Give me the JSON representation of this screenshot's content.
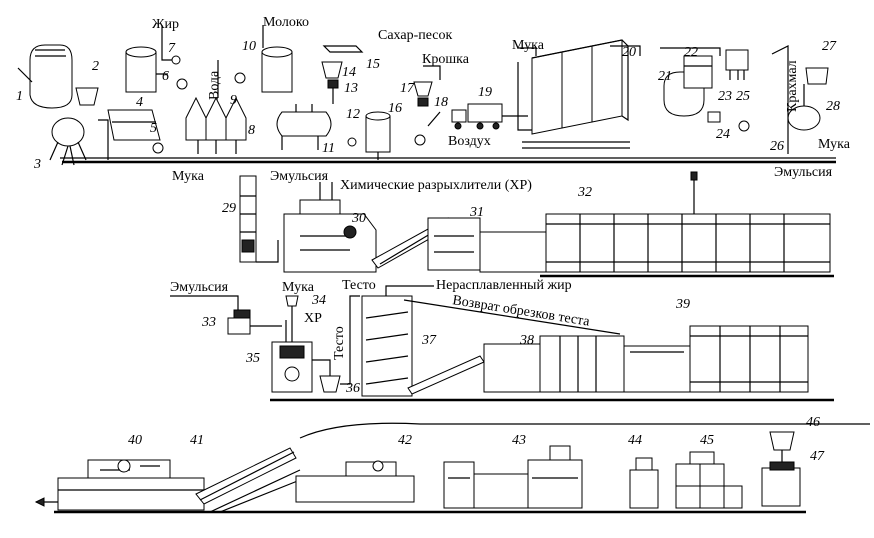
{
  "labels": {
    "fat": "Жир",
    "milk": "Молоко",
    "sugar": "Сахар-песок",
    "water": "Вода",
    "crumb": "Крошка",
    "flour_top": "Мука",
    "air": "Воздух",
    "starch": "Крахмал",
    "flour_right": "Мука",
    "emulsion_top": "Эмульсия",
    "flour_r2": "Мука",
    "emulsion_r2": "Эмульсия",
    "chem_leaveners": "Химические разрыхлители (ХР)",
    "emulsion_r3": "Эмульсия",
    "flour_r3": "Мука",
    "hr": "ХР",
    "dough_top": "Тесто",
    "dough_vertical": "Тесто",
    "unmelted_fat": "Нерасплавленный жир",
    "return_scraps": "Возврат обрезков теста"
  },
  "numbers": [
    "1",
    "2",
    "3",
    "4",
    "5",
    "6",
    "7",
    "8",
    "9",
    "10",
    "11",
    "12",
    "13",
    "14",
    "15",
    "16",
    "17",
    "18",
    "19",
    "20",
    "21",
    "22",
    "23",
    "24",
    "25",
    "26",
    "27",
    "28",
    "29",
    "30",
    "31",
    "32",
    "33",
    "34",
    "35",
    "36",
    "37",
    "38",
    "39",
    "40",
    "41",
    "42",
    "43",
    "44",
    "45",
    "46",
    "47"
  ]
}
